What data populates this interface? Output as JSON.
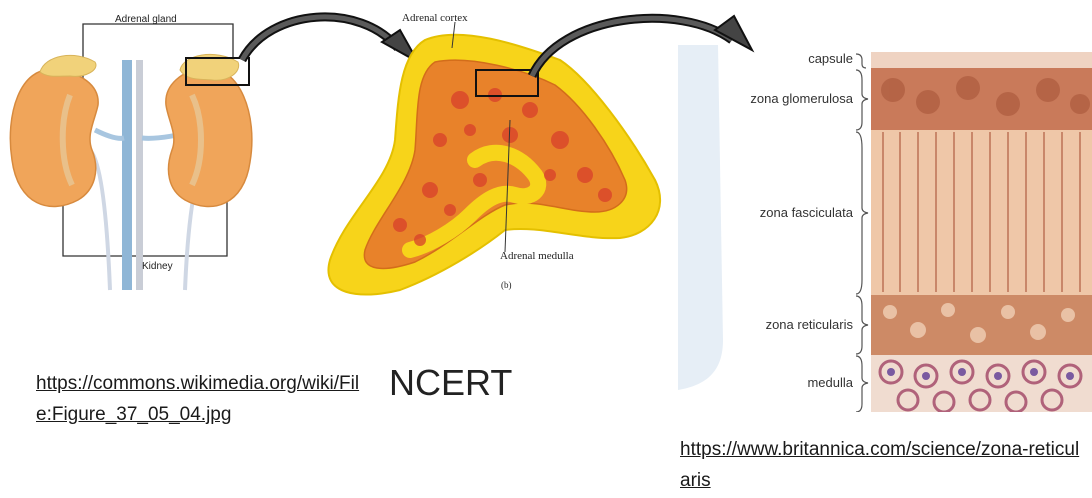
{
  "kidney_figure": {
    "adrenal_gland_label": "Adrenal gland",
    "kidney_label": "Kidney"
  },
  "cross_section_figure": {
    "cortex_label": "Adrenal cortex",
    "medulla_label": "Adrenal medulla",
    "panel_label": "(b)"
  },
  "histology_figure": {
    "layers": [
      {
        "label": "capsule"
      },
      {
        "label": "zona glomerulosa"
      },
      {
        "label": "zona fasciculata"
      },
      {
        "label": "zona reticularis"
      },
      {
        "label": "medulla"
      }
    ]
  },
  "sources": {
    "wikimedia_url": "https://commons.wikimedia.org/wiki/File:Figure_37_05_04.jpg",
    "ncert": "NCERT",
    "britannica_url": "https://www.britannica.com/science/zona-reticularis"
  },
  "colors": {
    "cortex_yellow": "#f7d41a",
    "medulla_orange": "#e8822a",
    "tissue_pink": "#e9b596",
    "kidney_orange": "#f0a55a"
  }
}
